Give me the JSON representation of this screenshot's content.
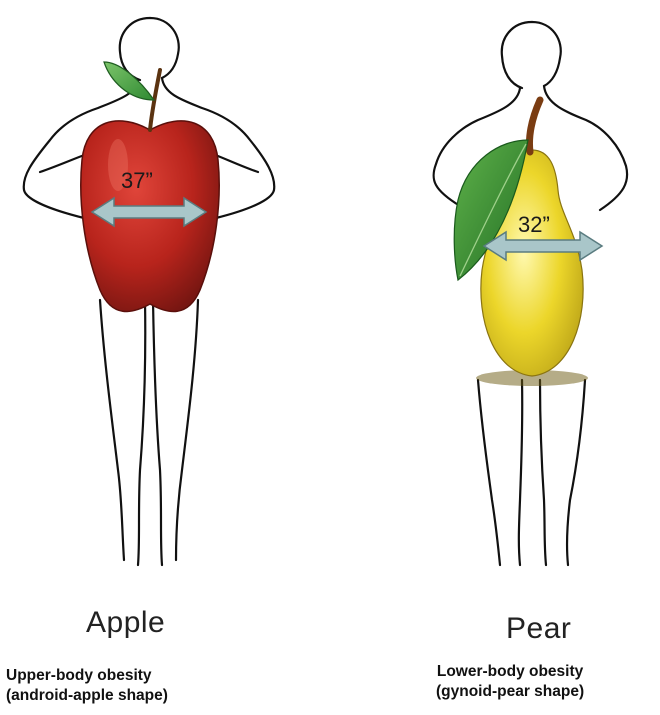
{
  "apple": {
    "title": "Apple",
    "measurement": "37”",
    "caption_line1": "Upper-body obesity",
    "caption_line2": "(android-apple shape)"
  },
  "pear": {
    "title": "Pear",
    "measurement": "32”",
    "caption_line1": "Lower-body obesity",
    "caption_line2": "(gynoid-pear shape)"
  },
  "colors": {
    "apple_red": "#c0261d",
    "pear_yellow": "#e8d21e",
    "leaf_green": "#3a9a3a",
    "arrow_fill": "#a9c6c9",
    "outline": "#111111"
  }
}
